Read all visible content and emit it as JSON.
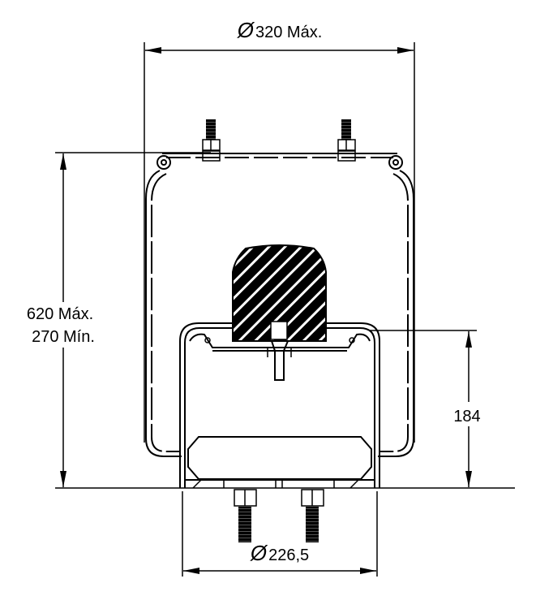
{
  "drawing": {
    "top_diameter": {
      "symbol": "Ø",
      "value": "320 Máx."
    },
    "height_max": "620 Máx.",
    "height_min": "270 Mín.",
    "piston_height": "184",
    "bottom_diameter": {
      "symbol": "Ø",
      "value": "226,5"
    }
  }
}
